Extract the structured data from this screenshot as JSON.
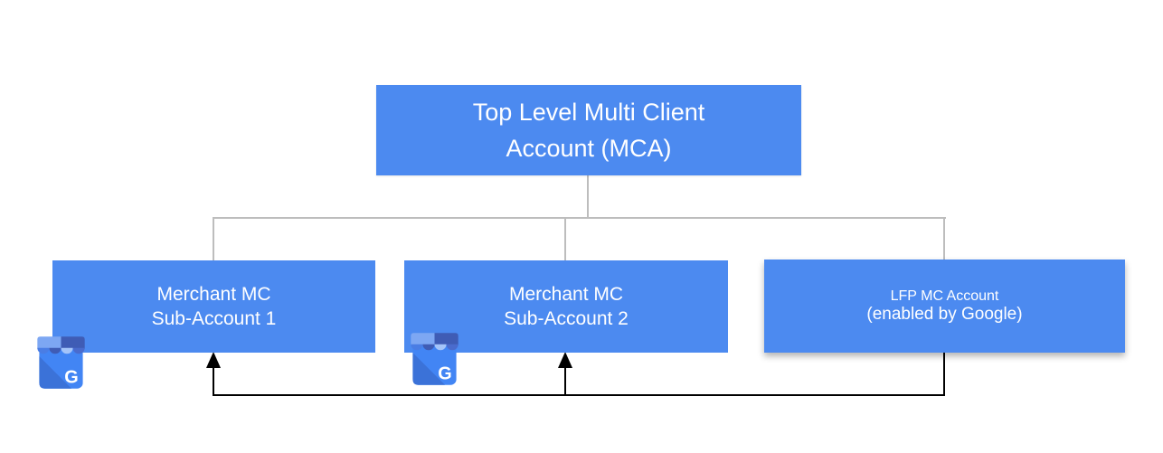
{
  "diagram": {
    "kind": "org-hierarchy",
    "colors": {
      "node_fill": "#4c8af0",
      "connector_gray": "#bdbdbd",
      "arrow_black": "#000000",
      "text_white": "#ffffff"
    },
    "nodes": {
      "mca": {
        "line1": "Top Level Multi Client",
        "line2": "Account (MCA)"
      },
      "sub1": {
        "line1": "Merchant MC",
        "line2": "Sub-Account 1"
      },
      "sub2": {
        "line1": "Merchant MC",
        "line2": "Sub-Account 2"
      },
      "lfp": {
        "line1": "LFP MC Account",
        "line2": "(enabled by Google)"
      }
    },
    "icons": {
      "sub1_icon": "google-business-storefront-icon",
      "sub2_icon": "google-business-storefront-icon",
      "g_letter": "G"
    },
    "edges": {
      "gray_tree": "MCA to Sub-Account 1, Sub-Account 2, LFP MC Account",
      "black_arrows": "LFP MC Account to Sub-Account 1 and Sub-Account 2"
    }
  }
}
